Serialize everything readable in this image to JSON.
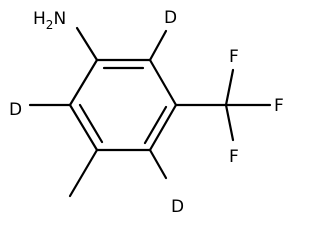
{
  "molecule": {
    "amine_label": "H2N",
    "amine_label_main": "H",
    "amine_label_sub": "2",
    "amine_label_tail": "N",
    "deuterium_label": "D",
    "fluorine_label": "F"
  },
  "colors": {
    "background": "#ffffff",
    "ink": "#000000"
  }
}
